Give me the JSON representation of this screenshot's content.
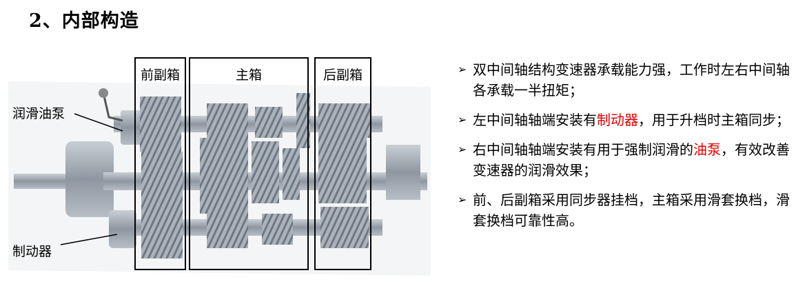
{
  "title": "2、内部构造",
  "diagram": {
    "sections": [
      "前副箱",
      "主箱",
      "后副箱"
    ],
    "callouts": {
      "oil_pump": "润滑油泵",
      "brake": "制动器"
    }
  },
  "bullets": [
    {
      "before": "双中间轴结构变速器承载能力强，工作时左右中间轴各承载一半扭矩；",
      "highlight": "",
      "after": ""
    },
    {
      "before": "左中间轴轴端安装有",
      "highlight": "制动器",
      "after": "，用于升档时主箱同步；"
    },
    {
      "before": "右中间轴轴端安装有用于强制润滑的",
      "highlight": "油泵",
      "after": "，有效改善变速器的润滑效果；"
    },
    {
      "before": "前、后副箱采用同步器挂档，主箱采用滑套换档，滑套换档可靠性高。",
      "highlight": "",
      "after": ""
    }
  ],
  "bullet_marker": "➢",
  "colors": {
    "highlight": "#e00000",
    "gear": "#9aa3ad",
    "box": "#000000"
  }
}
